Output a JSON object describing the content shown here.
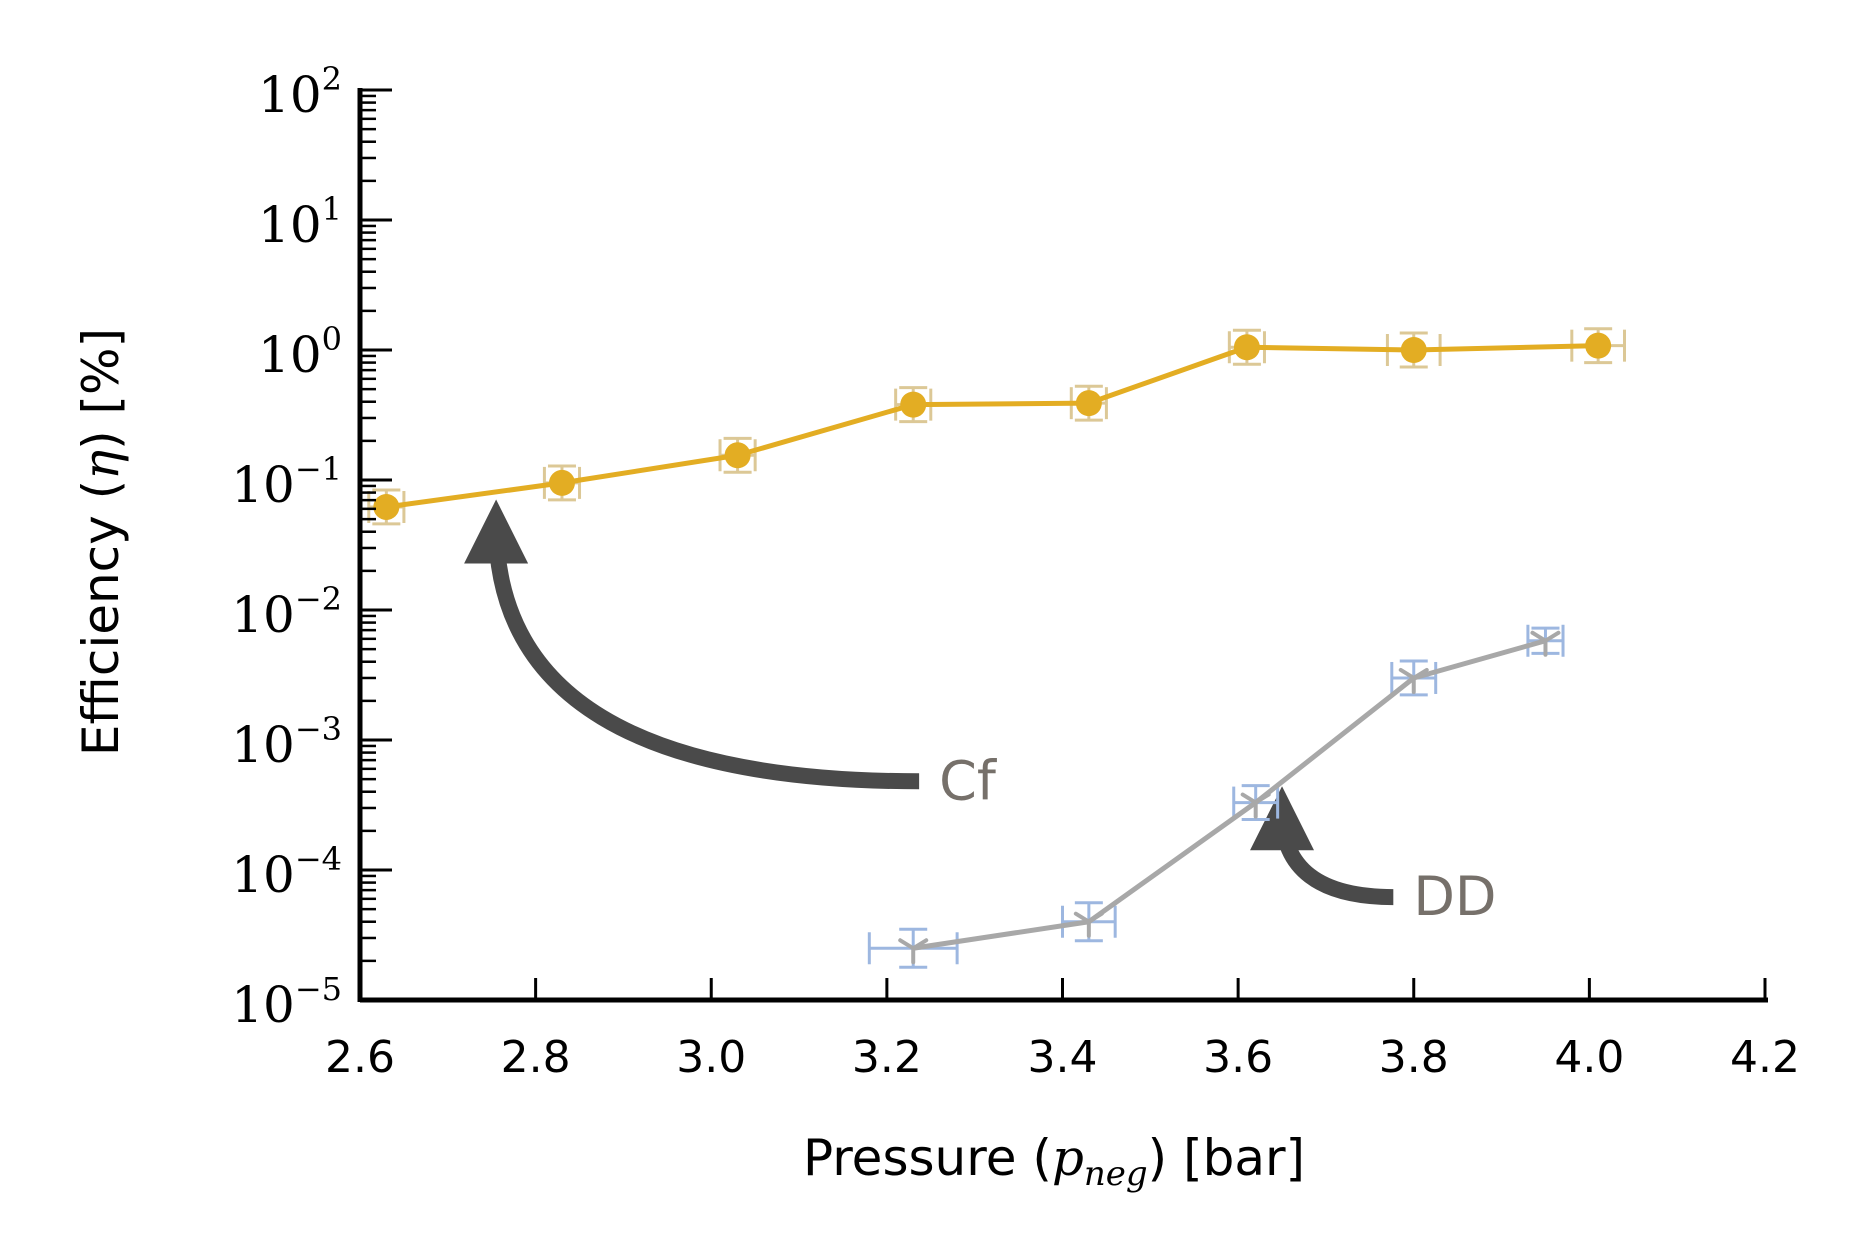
{
  "chart_data": {
    "type": "line",
    "xlabel": {
      "prefix": "Pressure (",
      "var": "p",
      "sub": "neg",
      "suffix": ") [bar]"
    },
    "ylabel": {
      "prefix": "Efficiency (",
      "var": "η",
      "suffix": ") [%]"
    },
    "xlim": [
      2.6,
      4.2
    ],
    "ylim": [
      1e-05,
      100
    ],
    "yscale": "log",
    "x_ticks": [
      "2.6",
      "2.8",
      "3.0",
      "3.2",
      "3.4",
      "3.6",
      "3.8",
      "4.0",
      "4.2"
    ],
    "x_tick_values": [
      2.6,
      2.8,
      3.0,
      3.2,
      3.4,
      3.6,
      3.8,
      4.0,
      4.2
    ],
    "y_ticks": [
      {
        "base": "10",
        "exp": "2",
        "value": 100
      },
      {
        "base": "10",
        "exp": "1",
        "value": 10
      },
      {
        "base": "10",
        "exp": "0",
        "value": 1
      },
      {
        "base": "10",
        "exp": "−1",
        "value": 0.1
      },
      {
        "base": "10",
        "exp": "−2",
        "value": 0.01
      },
      {
        "base": "10",
        "exp": "−3",
        "value": 0.001
      },
      {
        "base": "10",
        "exp": "−4",
        "value": 0.0001
      },
      {
        "base": "10",
        "exp": "−5",
        "value": 1e-05
      }
    ],
    "grid": false,
    "series": [
      {
        "color": "#e3ad23",
        "errorbar_color": "#dcc896",
        "marker": "circle",
        "x": [
          2.63,
          2.83,
          3.03,
          3.23,
          3.43,
          3.61,
          3.8,
          4.01
        ],
        "y": [
          0.062,
          0.095,
          0.155,
          0.38,
          0.39,
          1.05,
          1.0,
          1.08
        ],
        "x_err": [
          0.02,
          0.02,
          0.02,
          0.02,
          0.02,
          0.02,
          0.03,
          0.03
        ],
        "y_err_factor": [
          1.35,
          1.35,
          1.35,
          1.35,
          1.35,
          1.35,
          1.35,
          1.35
        ]
      },
      {
        "color": "#a8a8a8",
        "errorbar_color": "#9db7e0",
        "marker": "tri_down",
        "x": [
          3.23,
          3.43,
          3.62,
          3.8,
          3.95
        ],
        "y": [
          2.5e-05,
          4e-05,
          0.00033,
          0.003,
          0.0058
        ],
        "x_err": [
          0.05,
          0.03,
          0.025,
          0.025,
          0.02
        ],
        "y_err_factor": [
          1.4,
          1.4,
          1.35,
          1.35,
          1.25
        ]
      }
    ],
    "annotations": [
      {
        "text": "Cf",
        "text_x": 3.28,
        "text_y": 0.00035,
        "arrow_to_x": 2.755,
        "arrow_to_y": 0.045,
        "color": "#4a4a4a"
      },
      {
        "text": "DD",
        "text_x": 3.82,
        "text_y": 4.5e-05,
        "arrow_to_x": 3.65,
        "arrow_to_y": 0.00028,
        "color": "#4a4a4a"
      }
    ]
  }
}
